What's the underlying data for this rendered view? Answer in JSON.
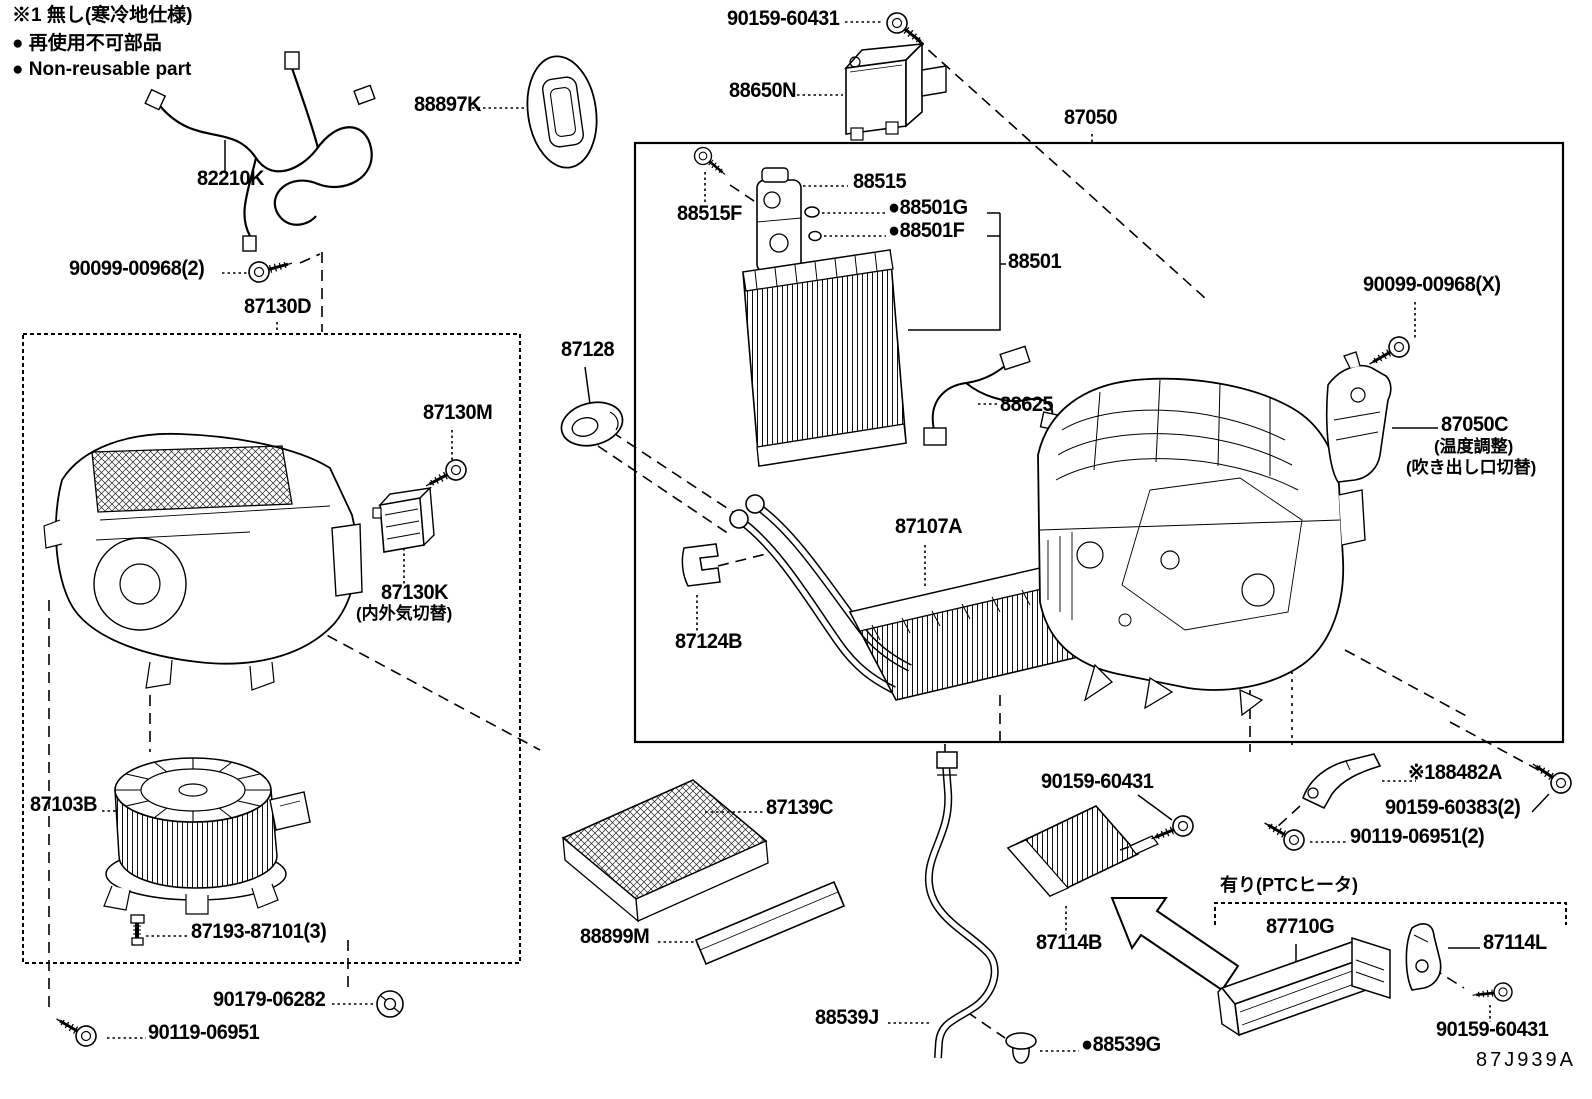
{
  "legend": {
    "line1": "※1 無し(寒冷地仕様)",
    "line2": "● 再使用不可部品",
    "line3": "● Non-reusable part"
  },
  "notes": {
    "ptc_option": "有り(PTCヒータ)",
    "diagram_code": "87J939A"
  },
  "labels": {
    "harness": "82210K",
    "dash_grommet": "88897K",
    "screw_top": "90159-60431",
    "amplifier": "88650N",
    "unit_assembly": "87050",
    "expansion_valve": "88515",
    "valve_bolt": "88515F",
    "oring_upper": "●88501G",
    "oring_lower": "●88501F",
    "evaporator": "88501",
    "screw_00968_2": "90099-00968(2)",
    "blower_unit_box": "87130D",
    "pipe_grommet": "87128",
    "servo_screw": "87130M",
    "intake_servo": "87130K",
    "intake_servo_note": "(内外気切替)",
    "thermistor": "88625",
    "heater_core": "87107A",
    "pipe_clamp": "87124B",
    "screw_00968_x": "90099-00968(X)",
    "mode_servo": "87050C",
    "mode_servo_note1": "(温度調整)",
    "mode_servo_note2": "(吹き出し口切替)",
    "blower_motor": "87103B",
    "motor_bolt": "87193-87101(3)",
    "grommet_06282": "90179-06282",
    "screw_06951": "90119-06951",
    "cabin_filter": "87139C",
    "seal": "88899M",
    "drain_hose": "88539J",
    "drain_grommet": "●88539G",
    "screw_mid": "90159-60431",
    "ptc_heater": "87114B",
    "pipe_bracket": "※188482A",
    "screw_60383": "90159-60383(2)",
    "screw_06951_2": "90119-06951(2)",
    "ptc_core": "87710G",
    "ptc_bracket": "87114L",
    "screw_bottom_right": "90159-60431"
  }
}
